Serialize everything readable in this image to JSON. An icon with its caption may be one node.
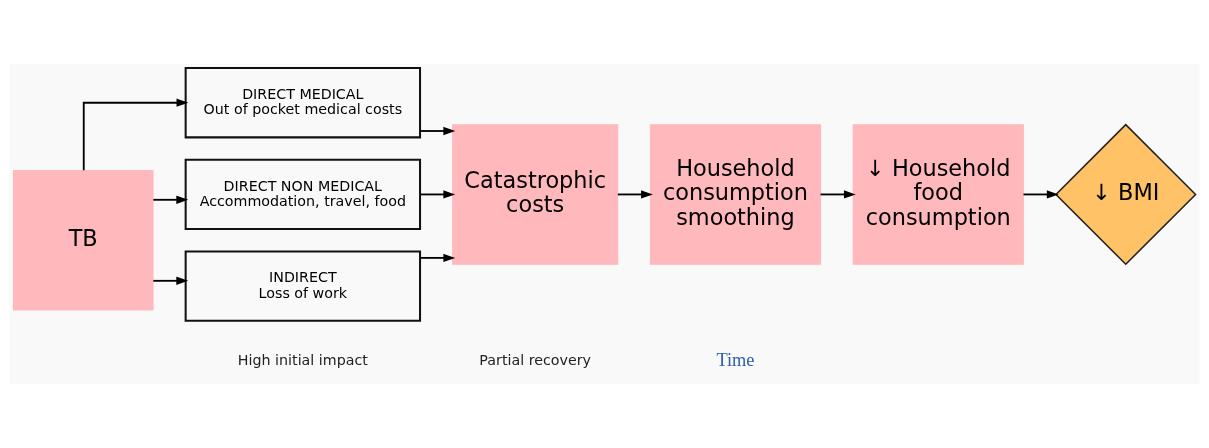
{
  "diagram": {
    "nodes": [
      {
        "text": [
          "TB"
        ]
      },
      {
        "text": [
          "DIRECT MEDICAL",
          "Out of pocket medical costs"
        ]
      },
      {
        "text": [
          "DIRECT NON MEDICAL",
          "Accommodation, travel, food"
        ]
      },
      {
        "text": [
          "INDIRECT",
          "Loss of work"
        ]
      },
      {
        "text": [
          "Catastrophic costs"
        ]
      },
      {
        "text": [
          "Household consumption smoothing"
        ]
      },
      {
        "text": [
          "↓ Household food consumption"
        ]
      },
      {
        "text": [
          "↓ BMI"
        ]
      }
    ],
    "edges": [
      {
        "from": 0,
        "to": 1,
        "arrow": "to"
      },
      {
        "from": 0,
        "to": 2,
        "arrow": "to"
      },
      {
        "from": 0,
        "to": 3,
        "arrow": "to"
      },
      {
        "from": 1,
        "to": 4,
        "arrow": "to"
      },
      {
        "from": 2,
        "to": 4,
        "arrow": "to"
      },
      {
        "from": 3,
        "to": 4,
        "arrow": "to"
      },
      {
        "from": 4,
        "to": 5,
        "arrow": "to"
      },
      {
        "from": 5,
        "to": 6,
        "arrow": "to"
      },
      {
        "from": 6,
        "to": 7,
        "arrow": "to"
      }
    ],
    "labels": [
      "High initial impact",
      "Partial recovery",
      "Time"
    ]
  }
}
